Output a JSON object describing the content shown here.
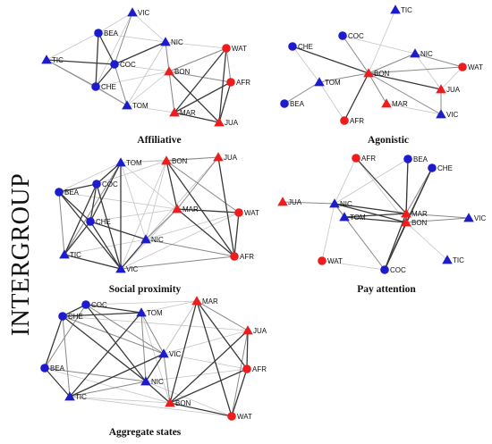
{
  "figure": {
    "side_label": "INTERGROUP"
  },
  "colors": {
    "red": "#ee1c1c",
    "blue": "#1c1ccc"
  },
  "networks": [
    {
      "id": "affiliative",
      "title": "Affiliative",
      "nodes": [
        {
          "id": "VIC",
          "shape": "triangle",
          "color": "blue"
        },
        {
          "id": "BEA",
          "shape": "circle",
          "color": "blue"
        },
        {
          "id": "NIC",
          "shape": "triangle",
          "color": "blue"
        },
        {
          "id": "WAT",
          "shape": "circle",
          "color": "red"
        },
        {
          "id": "TIC",
          "shape": "triangle",
          "color": "blue"
        },
        {
          "id": "COC",
          "shape": "circle",
          "color": "blue"
        },
        {
          "id": "BON",
          "shape": "triangle",
          "color": "red"
        },
        {
          "id": "AFR",
          "shape": "circle",
          "color": "red"
        },
        {
          "id": "CHE",
          "shape": "circle",
          "color": "blue"
        },
        {
          "id": "TOM",
          "shape": "triangle",
          "color": "blue"
        },
        {
          "id": "MAR",
          "shape": "triangle",
          "color": "red"
        },
        {
          "id": "JUA",
          "shape": "triangle",
          "color": "red"
        }
      ],
      "edges": [
        [
          "BEA",
          "COC",
          1
        ],
        [
          "BEA",
          "CHE",
          1
        ],
        [
          "CHE",
          "COC",
          1
        ],
        [
          "TIC",
          "COC",
          1
        ],
        [
          "TIC",
          "CHE",
          0.5
        ],
        [
          "VIC",
          "COC",
          0.5
        ],
        [
          "COC",
          "NIC",
          1
        ],
        [
          "NIC",
          "BON",
          0.5
        ],
        [
          "COC",
          "TOM",
          0.5
        ],
        [
          "CHE",
          "TOM",
          0.5
        ],
        [
          "BON",
          "WAT",
          0.5
        ],
        [
          "BON",
          "AFR",
          0.5
        ],
        [
          "BON",
          "MAR",
          0.5
        ],
        [
          "MAR",
          "WAT",
          1
        ],
        [
          "MAR",
          "AFR",
          1
        ],
        [
          "MAR",
          "JUA",
          1
        ],
        [
          "AFR",
          "JUA",
          1
        ],
        [
          "WAT",
          "JUA",
          1
        ],
        [
          "BON",
          "JUA",
          1
        ],
        [
          "WAT",
          "AFR",
          0.5
        ],
        [
          "TOM",
          "MAR",
          0.3
        ],
        [
          "NIC",
          "WAT",
          0.3
        ],
        [
          "VIC",
          "BEA",
          0.3
        ],
        [
          "VIC",
          "NIC",
          0.3
        ],
        [
          "TIC",
          "BEA",
          0.3
        ],
        [
          "BEA",
          "NIC",
          0.3
        ],
        [
          "TOM",
          "BON",
          0.3
        ],
        [
          "CHE",
          "BON",
          0.3
        ],
        [
          "COC",
          "BON",
          0.3
        ],
        [
          "NIC",
          "MAR",
          0.3
        ],
        [
          "TOM",
          "NIC",
          0.3
        ],
        [
          "VIC",
          "CHE",
          0.3
        ],
        [
          "TIC",
          "TOM",
          0.3
        ]
      ]
    },
    {
      "id": "agonistic",
      "title": "Agonistic",
      "nodes": [
        {
          "id": "TIC",
          "shape": "triangle",
          "color": "blue"
        },
        {
          "id": "COC",
          "shape": "circle",
          "color": "blue"
        },
        {
          "id": "CHE",
          "shape": "circle",
          "color": "blue"
        },
        {
          "id": "NIC",
          "shape": "triangle",
          "color": "blue"
        },
        {
          "id": "WAT",
          "shape": "circle",
          "color": "red"
        },
        {
          "id": "BON",
          "shape": "triangle",
          "color": "red"
        },
        {
          "id": "TOM",
          "shape": "triangle",
          "color": "blue"
        },
        {
          "id": "JUA",
          "shape": "triangle",
          "color": "red"
        },
        {
          "id": "BEA",
          "shape": "circle",
          "color": "blue"
        },
        {
          "id": "MAR",
          "shape": "triangle",
          "color": "red"
        },
        {
          "id": "VIC",
          "shape": "triangle",
          "color": "blue"
        },
        {
          "id": "AFR",
          "shape": "circle",
          "color": "red"
        }
      ],
      "edges": [
        [
          "TIC",
          "BON",
          0.3
        ],
        [
          "COC",
          "BON",
          0.5
        ],
        [
          "CHE",
          "BON",
          1
        ],
        [
          "NIC",
          "BON",
          0.5
        ],
        [
          "BON",
          "WAT",
          0.5
        ],
        [
          "BON",
          "TOM",
          0.5
        ],
        [
          "TOM",
          "BEA",
          0.5
        ],
        [
          "BON",
          "JUA",
          1
        ],
        [
          "BON",
          "MAR",
          0.5
        ],
        [
          "BON",
          "AFR",
          1
        ],
        [
          "BON",
          "VIC",
          0.5
        ],
        [
          "NIC",
          "WAT",
          0.5
        ],
        [
          "JUA",
          "VIC",
          0.5
        ],
        [
          "WAT",
          "JUA",
          0.3
        ],
        [
          "TOM",
          "AFR",
          0.3
        ],
        [
          "MAR",
          "VIC",
          0.3
        ],
        [
          "CHE",
          "TOM",
          0.3
        ],
        [
          "COC",
          "NIC",
          0.3
        ],
        [
          "NIC",
          "JUA",
          0.3
        ]
      ]
    },
    {
      "id": "social-proximity",
      "title": "Social proximity",
      "nodes": [
        {
          "id": "TOM",
          "shape": "triangle",
          "color": "blue"
        },
        {
          "id": "BON",
          "shape": "triangle",
          "color": "red"
        },
        {
          "id": "JUA",
          "shape": "triangle",
          "color": "red"
        },
        {
          "id": "COC",
          "shape": "circle",
          "color": "blue"
        },
        {
          "id": "BEA",
          "shape": "circle",
          "color": "blue"
        },
        {
          "id": "MAR",
          "shape": "triangle",
          "color": "red"
        },
        {
          "id": "WAT",
          "shape": "circle",
          "color": "red"
        },
        {
          "id": "CHE",
          "shape": "circle",
          "color": "blue"
        },
        {
          "id": "NIC",
          "shape": "triangle",
          "color": "blue"
        },
        {
          "id": "AFR",
          "shape": "circle",
          "color": "red"
        },
        {
          "id": "TIC",
          "shape": "triangle",
          "color": "blue"
        },
        {
          "id": "VIC",
          "shape": "triangle",
          "color": "blue"
        }
      ],
      "edges": [
        [
          "TOM",
          "COC",
          1
        ],
        [
          "TOM",
          "CHE",
          1
        ],
        [
          "TOM",
          "VIC",
          1
        ],
        [
          "TOM",
          "TIC",
          0.5
        ],
        [
          "COC",
          "BEA",
          1
        ],
        [
          "COC",
          "CHE",
          1
        ],
        [
          "COC",
          "VIC",
          1
        ],
        [
          "COC",
          "TIC",
          1
        ],
        [
          "BEA",
          "CHE",
          1
        ],
        [
          "BEA",
          "TIC",
          0.5
        ],
        [
          "BEA",
          "VIC",
          1
        ],
        [
          "CHE",
          "VIC",
          1
        ],
        [
          "CHE",
          "TIC",
          1
        ],
        [
          "CHE",
          "NIC",
          1
        ],
        [
          "TIC",
          "VIC",
          1
        ],
        [
          "NIC",
          "VIC",
          1
        ],
        [
          "VIC",
          "AFR",
          0.5
        ],
        [
          "BON",
          "MAR",
          1
        ],
        [
          "BON",
          "AFR",
          1
        ],
        [
          "MAR",
          "AFR",
          1
        ],
        [
          "JUA",
          "AFR",
          1
        ],
        [
          "JUA",
          "MAR",
          0.5
        ],
        [
          "MAR",
          "WAT",
          1
        ],
        [
          "WAT",
          "AFR",
          1
        ],
        [
          "BON",
          "JUA",
          0.5
        ],
        [
          "BON",
          "WAT",
          0.5
        ],
        [
          "NIC",
          "AFR",
          0.5
        ],
        [
          "NIC",
          "MAR",
          0.5
        ],
        [
          "TOM",
          "BON",
          0.3
        ],
        [
          "TOM",
          "MAR",
          0.3
        ],
        [
          "TOM",
          "JUA",
          0.3
        ],
        [
          "COC",
          "BON",
          0.3
        ],
        [
          "BEA",
          "MAR",
          0.3
        ],
        [
          "CHE",
          "MAR",
          0.3
        ],
        [
          "NIC",
          "BON",
          0.3
        ],
        [
          "NIC",
          "JUA",
          0.3
        ],
        [
          "NIC",
          "WAT",
          0.3
        ],
        [
          "TIC",
          "NIC",
          0.3
        ],
        [
          "VIC",
          "BON",
          0.3
        ],
        [
          "VIC",
          "MAR",
          0.3
        ],
        [
          "VIC",
          "WAT",
          0.3
        ],
        [
          "TOM",
          "NIC",
          0.3
        ],
        [
          "BEA",
          "TOM",
          0.3
        ]
      ]
    },
    {
      "id": "pay-attention",
      "title": "Pay attention",
      "nodes": [
        {
          "id": "AFR",
          "shape": "circle",
          "color": "red"
        },
        {
          "id": "BEA",
          "shape": "circle",
          "color": "blue"
        },
        {
          "id": "CHE",
          "shape": "circle",
          "color": "blue"
        },
        {
          "id": "JUA",
          "shape": "triangle",
          "color": "red"
        },
        {
          "id": "NIC",
          "shape": "triangle",
          "color": "blue"
        },
        {
          "id": "TOM",
          "shape": "triangle",
          "color": "blue"
        },
        {
          "id": "MAR",
          "shape": "triangle",
          "color": "red"
        },
        {
          "id": "BON",
          "shape": "triangle",
          "color": "red"
        },
        {
          "id": "VIC",
          "shape": "triangle",
          "color": "blue"
        },
        {
          "id": "WAT",
          "shape": "circle",
          "color": "red"
        },
        {
          "id": "TIC",
          "shape": "triangle",
          "color": "blue"
        },
        {
          "id": "COC",
          "shape": "circle",
          "color": "blue"
        }
      ],
      "edges": [
        [
          "AFR",
          "MAR",
          1
        ],
        [
          "AFR",
          "BON",
          0.3
        ],
        [
          "BEA",
          "MAR",
          1
        ],
        [
          "BEA",
          "BON",
          0.5
        ],
        [
          "CHE",
          "MAR",
          0.5
        ],
        [
          "CHE",
          "BON",
          1
        ],
        [
          "CHE",
          "COC",
          1
        ],
        [
          "JUA",
          "NIC",
          0.5
        ],
        [
          "NIC",
          "MAR",
          1
        ],
        [
          "NIC",
          "BON",
          1
        ],
        [
          "NIC",
          "TOM",
          0.5
        ],
        [
          "NIC",
          "COC",
          0.5
        ],
        [
          "NIC",
          "WAT",
          0.3
        ],
        [
          "TOM",
          "MAR",
          1
        ],
        [
          "TOM",
          "BON",
          1
        ],
        [
          "MAR",
          "BON",
          1
        ],
        [
          "MAR",
          "VIC",
          0.5
        ],
        [
          "MAR",
          "COC",
          1
        ],
        [
          "BON",
          "COC",
          1
        ],
        [
          "BON",
          "VIC",
          0.5
        ],
        [
          "BON",
          "TIC",
          0.3
        ],
        [
          "WAT",
          "COC",
          0.3
        ],
        [
          "AFR",
          "NIC",
          0.3
        ],
        [
          "BEA",
          "NIC",
          0.3
        ]
      ]
    },
    {
      "id": "aggregate-states",
      "title": "Aggregate states",
      "nodes": [
        {
          "id": "MAR",
          "shape": "triangle",
          "color": "red"
        },
        {
          "id": "COC",
          "shape": "circle",
          "color": "blue"
        },
        {
          "id": "CHE",
          "shape": "circle",
          "color": "blue"
        },
        {
          "id": "TOM",
          "shape": "triangle",
          "color": "blue"
        },
        {
          "id": "JUA",
          "shape": "triangle",
          "color": "red"
        },
        {
          "id": "VIC",
          "shape": "triangle",
          "color": "blue"
        },
        {
          "id": "BEA",
          "shape": "circle",
          "color": "blue"
        },
        {
          "id": "AFR",
          "shape": "circle",
          "color": "red"
        },
        {
          "id": "NIC",
          "shape": "triangle",
          "color": "blue"
        },
        {
          "id": "TIC",
          "shape": "triangle",
          "color": "blue"
        },
        {
          "id": "BON",
          "shape": "triangle",
          "color": "red"
        },
        {
          "id": "WAT",
          "shape": "circle",
          "color": "red"
        }
      ],
      "edges": [
        [
          "COC",
          "CHE",
          1
        ],
        [
          "COC",
          "TOM",
          1
        ],
        [
          "COC",
          "BEA",
          0.5
        ],
        [
          "COC",
          "VIC",
          0.5
        ],
        [
          "COC",
          "NIC",
          1
        ],
        [
          "CHE",
          "BEA",
          1
        ],
        [
          "CHE",
          "TOM",
          1
        ],
        [
          "CHE",
          "NIC",
          1
        ],
        [
          "CHE",
          "TIC",
          0.5
        ],
        [
          "CHE",
          "VIC",
          0.5
        ],
        [
          "TOM",
          "TIC",
          1
        ],
        [
          "TOM",
          "VIC",
          0.5
        ],
        [
          "TOM",
          "NIC",
          0.5
        ],
        [
          "BEA",
          "TIC",
          1
        ],
        [
          "BEA",
          "NIC",
          0.5
        ],
        [
          "TIC",
          "VIC",
          1
        ],
        [
          "TIC",
          "NIC",
          0.5
        ],
        [
          "VIC",
          "NIC",
          1
        ],
        [
          "NIC",
          "BON",
          1
        ],
        [
          "VIC",
          "BON",
          0.5
        ],
        [
          "MAR",
          "BON",
          1
        ],
        [
          "MAR",
          "JUA",
          0.5
        ],
        [
          "MAR",
          "AFR",
          1
        ],
        [
          "MAR",
          "WAT",
          1
        ],
        [
          "JUA",
          "AFR",
          1
        ],
        [
          "JUA",
          "BON",
          1
        ],
        [
          "JUA",
          "WAT",
          0.5
        ],
        [
          "AFR",
          "WAT",
          1
        ],
        [
          "AFR",
          "BON",
          1
        ],
        [
          "BON",
          "WAT",
          1
        ],
        [
          "MAR",
          "VIC",
          0.3
        ],
        [
          "MAR",
          "TOM",
          0.3
        ],
        [
          "MAR",
          "NIC",
          0.3
        ],
        [
          "JUA",
          "VIC",
          0.3
        ],
        [
          "VIC",
          "AFR",
          0.3
        ],
        [
          "NIC",
          "AFR",
          0.3
        ],
        [
          "TIC",
          "BON",
          0.3
        ],
        [
          "BEA",
          "BON",
          0.3
        ],
        [
          "COC",
          "MAR",
          0.3
        ],
        [
          "CHE",
          "JUA",
          0.3
        ],
        [
          "TOM",
          "BON",
          0.3
        ],
        [
          "TIC",
          "WAT",
          0.3
        ],
        [
          "NIC",
          "WAT",
          0.3
        ]
      ]
    }
  ]
}
